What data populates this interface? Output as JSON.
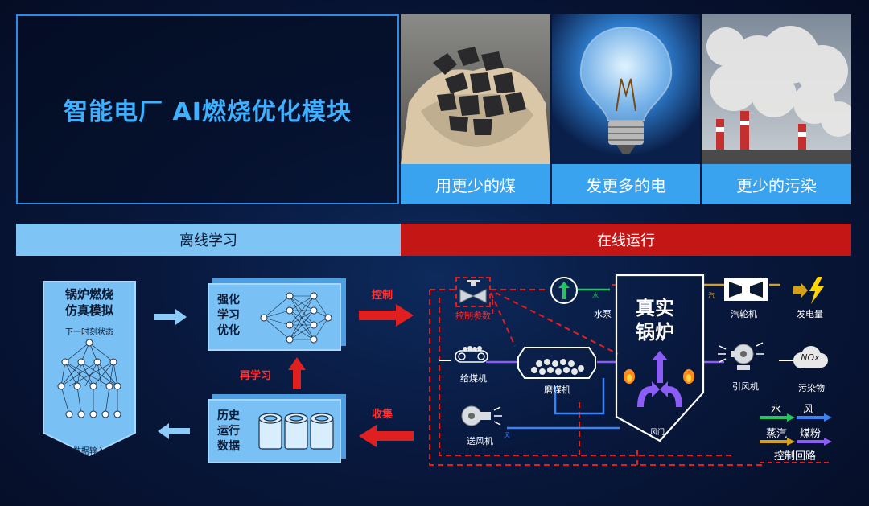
{
  "title": "智能电厂 AI燃烧优化模块",
  "benefits": [
    {
      "icon": "coal-photo",
      "label": "用更少的煤"
    },
    {
      "icon": "light-bulb-photo",
      "label": "发更多的电"
    },
    {
      "icon": "smokestack-photo",
      "label": "更少的污染"
    }
  ],
  "sections": {
    "offline": "离线学习",
    "online": "在线运行"
  },
  "offline": {
    "sim_box": {
      "title_line1": "锅炉燃烧",
      "title_line2": "仿真模拟",
      "next_state": "下一时刻状态",
      "data_input": "数据输入"
    },
    "rl_box": {
      "line1": "强化",
      "line2": "学习",
      "line3": "优化"
    },
    "history_box": {
      "line1": "历史",
      "line2": "运行",
      "line3": "数据"
    },
    "relearn": "再学习"
  },
  "arrows": {
    "control": "控制",
    "collect": "收集"
  },
  "process": {
    "control_params": "控制参数",
    "water_pump": "水泵",
    "boiler_line1": "真实",
    "boiler_line2": "锅炉",
    "coal_feeder": "给煤机",
    "coal_mill": "磨煤机",
    "blower": "送风机",
    "air_door": "风门",
    "turbine": "汽轮机",
    "power_output": "发电量",
    "induced_fan": "引风机",
    "pollutant": "污染物",
    "nox": "NOx",
    "small_water": "水",
    "small_steam": "汽",
    "small_air": "风"
  },
  "legend": {
    "water": "水",
    "air": "风",
    "steam": "蒸汽",
    "coal_powder": "煤粉",
    "control_loop": "控制回路"
  },
  "colors": {
    "water": "#22c55e",
    "air": "#3b82f6",
    "steam": "#d4a017",
    "coal_powder": "#8b5cf6",
    "control": "#e02020",
    "accent": "#3aa3f0"
  }
}
